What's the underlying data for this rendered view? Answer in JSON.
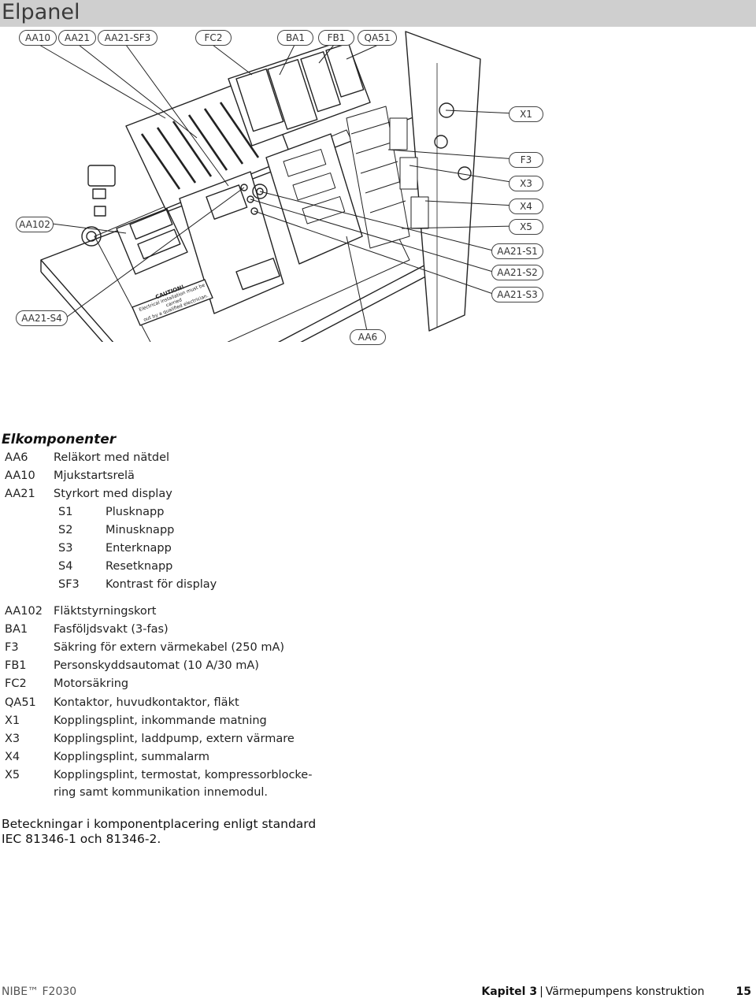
{
  "page": {
    "title": "Elpanel",
    "section_title": "Elkomponenter",
    "note": "Beteckningar i komponentplacering enligt standard IEC 81346-1 och 81346-2."
  },
  "diagram_labels": {
    "AA10": "AA10",
    "AA21": "AA21",
    "AA21_SF3": "AA21-SF3",
    "FC2": "FC2",
    "BA1": "BA1",
    "FB1": "FB1",
    "QA51": "QA51",
    "X1": "X1",
    "F3": "F3",
    "X3": "X3",
    "X4": "X4",
    "X5": "X5",
    "AA21_S1": "AA21-S1",
    "AA21_S2": "AA21-S2",
    "AA21_S3": "AA21-S3",
    "AA102": "AA102",
    "AA21_S4": "AA21-S4",
    "AA6": "AA6",
    "caution_title": "CAUTION!",
    "caution_line1": "Electrical installation must be carried",
    "caution_line2": "out by a qualified electrician."
  },
  "components": [
    {
      "code": "AA6",
      "desc": "Reläkort med nätdel"
    },
    {
      "code": "AA10",
      "desc": "Mjukstartsrelä"
    },
    {
      "code": "AA21",
      "desc": "Styrkort med display"
    },
    {
      "code": "S1",
      "desc": "Plusknapp"
    },
    {
      "code": "S2",
      "desc": "Minusknapp"
    },
    {
      "code": "S3",
      "desc": "Enterknapp"
    },
    {
      "code": "S4",
      "desc": "Resetknapp"
    },
    {
      "code": "SF3",
      "desc": "Kontrast för display"
    },
    {
      "code": "AA102",
      "desc": "Fläktstyrningskort"
    },
    {
      "code": "BA1",
      "desc": "Fasföljdsvakt (3-fas)"
    },
    {
      "code": "F3",
      "desc": "Säkring för extern värmekabel (250 mA)"
    },
    {
      "code": "FB1",
      "desc": "Personskyddsautomat (10 A/30 mA)"
    },
    {
      "code": "FC2",
      "desc": "Motorsäkring"
    },
    {
      "code": "QA51",
      "desc": "Kontaktor, huvudkontaktor, fläkt"
    },
    {
      "code": "X1",
      "desc": "Kopplingsplint, inkommande matning"
    },
    {
      "code": "X3",
      "desc": "Kopplingsplint, laddpump, extern värmare"
    },
    {
      "code": "X4",
      "desc": "Kopplingsplint, summalarm"
    },
    {
      "code": "X5",
      "desc": "Kopplingsplint, termostat, kompressorblocke-",
      "desc2": "ring samt kommunikation innemodul."
    }
  ],
  "footer": {
    "brand": "NIBE™ F2030",
    "chapter": "Kapitel 3",
    "chapter_title": "Värmepumpens konstruktion",
    "page_number": "15"
  }
}
